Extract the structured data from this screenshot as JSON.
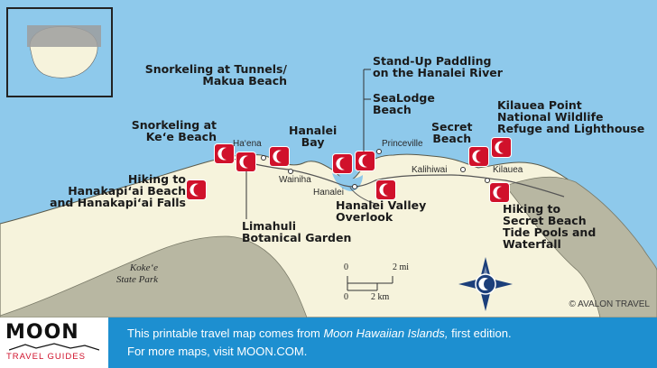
{
  "map": {
    "activities": [
      {
        "id": "tunnels",
        "lines": [
          "Snorkeling at Tunnels/",
          "Makua Beach"
        ]
      },
      {
        "id": "keebeach",
        "lines": [
          "Snorkeling at",
          "Ke‘e Beach"
        ]
      },
      {
        "id": "hanakapiai",
        "lines": [
          "Hiking to",
          "Hanakapi‘ai Beach",
          "and Hanakapi‘ai Falls"
        ]
      },
      {
        "id": "hanaleibay",
        "lines": [
          "Hanalei",
          "Bay"
        ]
      },
      {
        "id": "standup",
        "lines": [
          "Stand-Up Paddling",
          "on the Hanalei River"
        ]
      },
      {
        "id": "sealodge",
        "lines": [
          "SeaLodge",
          "Beach"
        ]
      },
      {
        "id": "secretbeach",
        "lines": [
          "Secret",
          "Beach"
        ]
      },
      {
        "id": "kilauea",
        "lines": [
          "Kilauea Point",
          "National Wildlife",
          "Refuge and Lighthouse"
        ]
      },
      {
        "id": "limahuli",
        "lines": [
          "Limahuli",
          "Botanical Garden"
        ]
      },
      {
        "id": "hanaleivalley",
        "lines": [
          "Hanalei Valley",
          "Overlook"
        ]
      },
      {
        "id": "tidepools",
        "lines": [
          "Hiking to",
          "Secret Beach",
          "Tide Pools and",
          "Waterfall"
        ]
      }
    ],
    "towns": {
      "haena": "Ha‘ena",
      "wainiha": "Wainiha",
      "hanalei": "Hanalei",
      "princeville": "Princeville",
      "kalihiwai": "Kalihiwai",
      "kilauea": "Kilauea"
    },
    "park_lines": [
      "Koke‘e",
      "State Park"
    ],
    "scale": {
      "mi_start": "0",
      "mi_end": "2 mi",
      "km_start": "0",
      "km_end": "2 km"
    },
    "credit": "© AVALON TRAVEL"
  },
  "footer": {
    "logo_main": "MOON",
    "logo_sub": "TRAVEL GUIDES",
    "line1_prefix": "This printable travel map comes from ",
    "line1_title": "Moon Hawaiian Islands,",
    "line1_suffix": " first edition.",
    "line2": "For more maps, visit MOON.COM."
  },
  "colors": {
    "ocean": "#8ec9eb",
    "land": "#f6f3dc",
    "park": "#b8b7a2",
    "marker": "#d0112b",
    "footer": "#1d8fd0"
  }
}
